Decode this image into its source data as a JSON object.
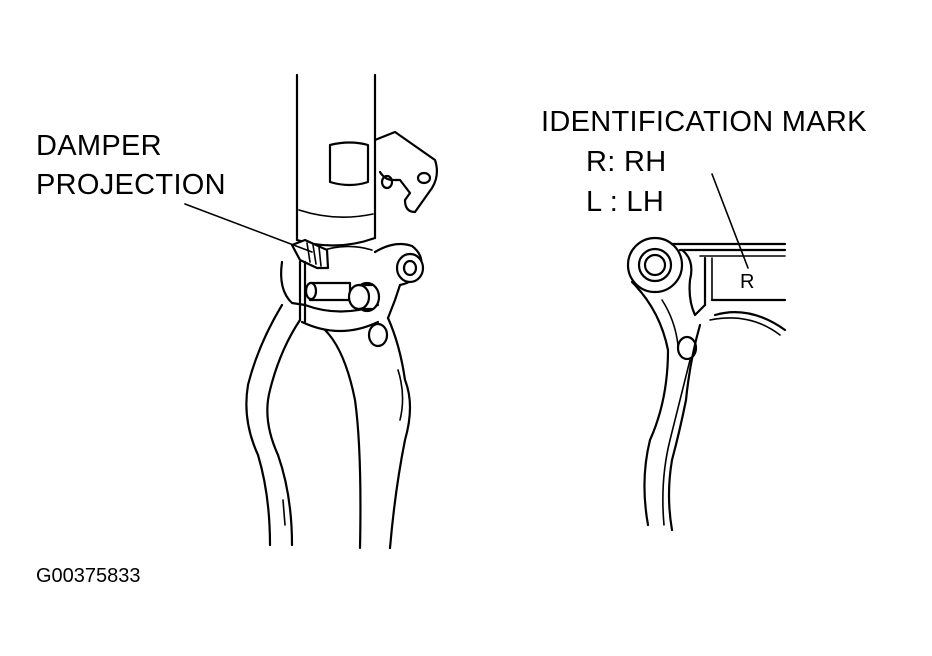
{
  "labels": {
    "damper_line1": "DAMPER",
    "damper_line2": "PROJECTION",
    "identification_mark": "IDENTIFICATION MARK",
    "rh_legend": "R: RH",
    "lh_legend": "L : LH",
    "mark_letter": "R",
    "figure_code": "G00375833"
  }
}
